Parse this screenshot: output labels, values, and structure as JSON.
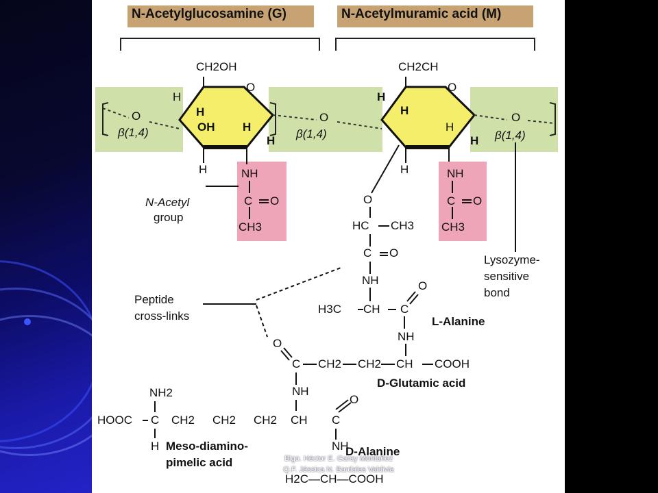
{
  "title_g": "N-Acetylglucosamine (G)",
  "title_m": "N-Acetylmuramic acid (M)",
  "glc": {
    "ch2oh": "CH2OH",
    "o": "O",
    "h1": "H",
    "h2": "H",
    "oh": "OH",
    "h3": "H",
    "h4": "H",
    "h5": "H"
  },
  "mur": {
    "ch2oh": "CH2CH",
    "o": "O",
    "h1": "H",
    "h2": "H",
    "h3": "H",
    "h4": "H",
    "h5": "H"
  },
  "bonds": {
    "o_left": "O",
    "o_mid": "O",
    "o_right": "O",
    "beta": "β(1,4)"
  },
  "acetyl": {
    "nh": "NH",
    "c": "C",
    "o": "O",
    "ch3": "CH3",
    "label_line1": "N-Acetyl",
    "label_line2": "group"
  },
  "lactyl": {
    "o": "O",
    "hc": "HC",
    "ch3": "CH3",
    "c": "C",
    "o2": "O"
  },
  "mur_acetyl": {
    "nh": "NH",
    "c": "C",
    "o": "O",
    "ch3": "CH3"
  },
  "lysozyme": {
    "line1": "Lysozyme-",
    "line2": "sensitive",
    "line3": "bond"
  },
  "peptide": {
    "label_line1": "Peptide",
    "label_line2": "cross-links",
    "nh1": "NH",
    "h3c": "H3C",
    "ch": "CH",
    "c": "C",
    "o": "O",
    "l_alanine": "L-Alanine",
    "nh2": "NH",
    "glu_o": "O",
    "glu_c": "C",
    "glu_ch2a": "CH2",
    "glu_ch2b": "CH2",
    "glu_ch": "CH",
    "glu_cooh": "COOH",
    "d_glutamic": "D-Glutamic acid",
    "dap_nh2": "NH2",
    "dap_hooc": "HOOC",
    "dap_c": "C",
    "dap_ch2a": "CH2",
    "dap_ch2b": "CH2",
    "dap_ch2c": "CH2",
    "dap_ch": "CH",
    "dap_h": "H",
    "dap_nh": "NH",
    "dap_label_line1": "Meso-diamino-",
    "dap_label_line2": "pimelic acid",
    "dala_o": "O",
    "dala_c": "C",
    "dala_nh": "NH",
    "d_alanine": "D-Alanine",
    "dala_bottom": "H2C—CH—COOH"
  },
  "footer": {
    "line1": "Blgo. Héctor E. Garay Montañez",
    "line2": "Q.F. Jéssica N. Bardales Valdivia"
  },
  "colors": {
    "label_bg": "#c7a272",
    "green": "#cfe0a8",
    "pink": "#eea5b8",
    "ring": "#f4ee6a"
  }
}
